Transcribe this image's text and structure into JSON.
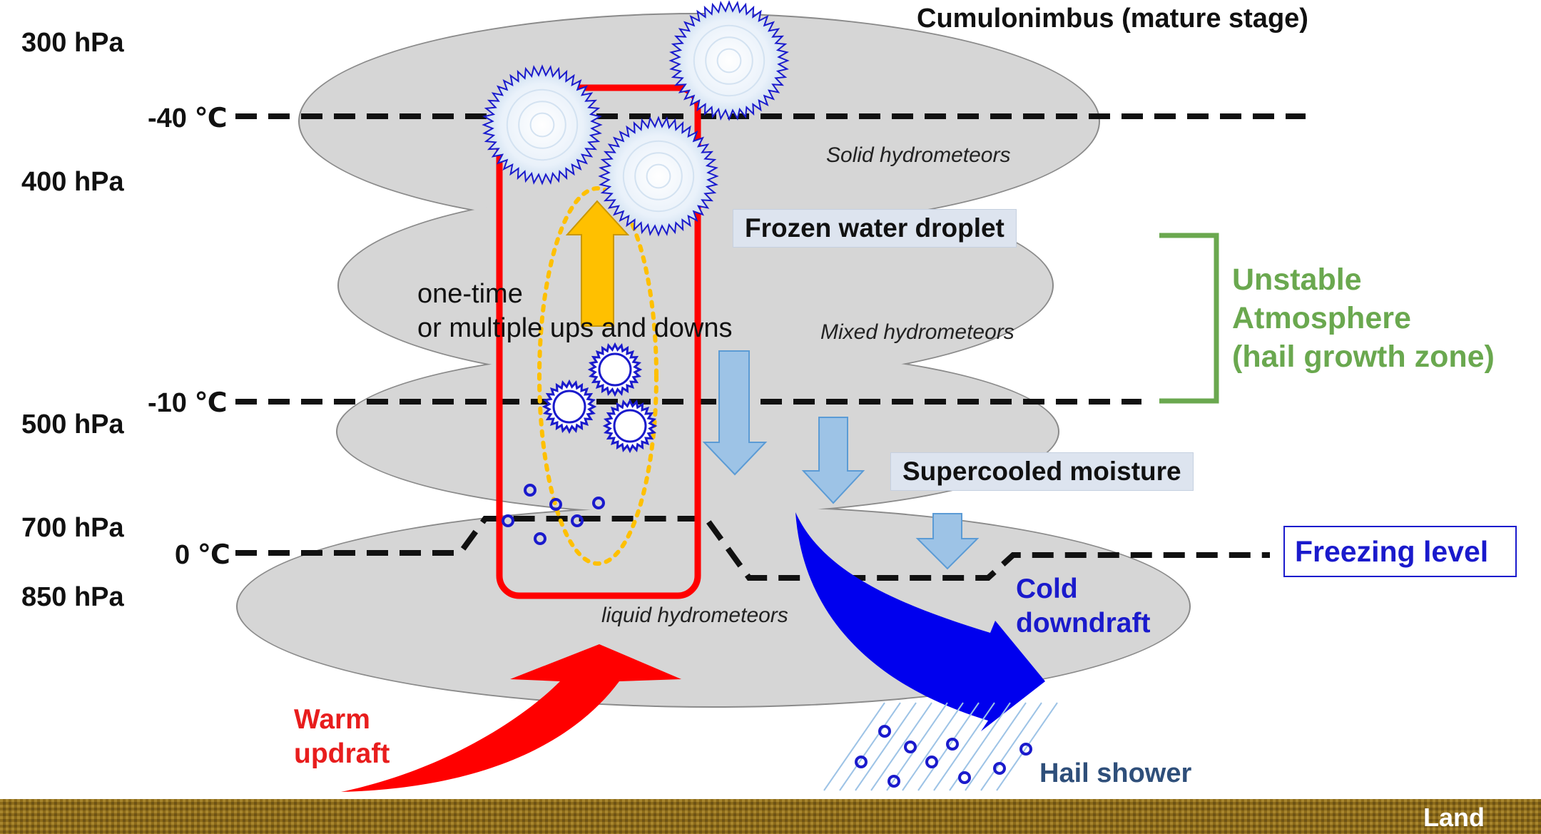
{
  "title": "Cumulonimbus (mature stage)",
  "pressure_levels": [
    "300 hPa",
    "400 hPa",
    "500 hPa",
    "700 hPa",
    "850 hPa"
  ],
  "temperature_levels": [
    "-40 ℃",
    "-10 ℃",
    "0 ℃"
  ],
  "hydrometeor_zones": [
    "Solid hydrometeors",
    "Mixed hydrometeors",
    "liquid hydrometeors"
  ],
  "labels": {
    "frozen_droplet": "Frozen water droplet",
    "supercooled": "Supercooled moisture",
    "freezing_level": "Freezing level",
    "unstable_line1": "Unstable",
    "unstable_line2": "Atmosphere",
    "unstable_line3": "(hail growth zone)",
    "updown_line1": "one-time",
    "updown_line2": "or multiple ups and downs",
    "cold_line1": "Cold",
    "cold_line2": "downdraft",
    "warm_line1": "Warm",
    "warm_line2": "updraft",
    "hail_shower": "Hail shower",
    "land": "Land"
  },
  "colors": {
    "cloud": "#d6d6d6",
    "cloud_outline": "#8a8a8a",
    "updraft": "#ff0000",
    "downdraft": "#0000ee",
    "orange_arrow": "#ffc000",
    "light_blue_arrow": "#9dc3e6",
    "hail_outline": "#1a1acc",
    "growth_zone": "#6aa84f",
    "land": "#8b6a1a"
  }
}
